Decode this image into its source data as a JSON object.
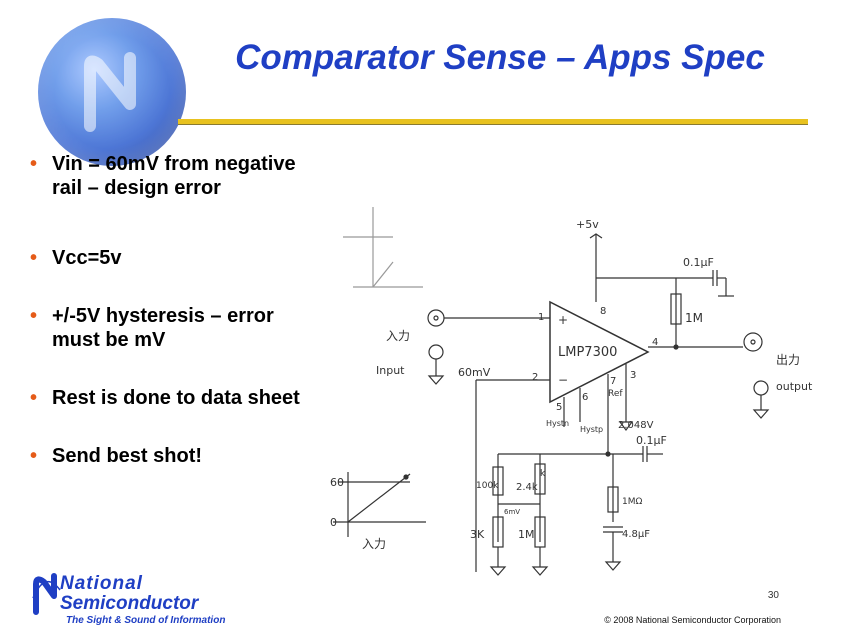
{
  "slide": {
    "title": "Comparator Sense – Apps Spec",
    "page_number": "30",
    "copyright": "© 2008 National Semiconductor Corporation"
  },
  "bullets": [
    "Vin = 60mV from negative rail – design error",
    "Vcc=5v",
    "+/-5V hysteresis – error must be mV",
    "Rest is done to data sheet",
    "Send best shot!"
  ],
  "logo": {
    "line1": "National",
    "line2": "Semiconductor",
    "tagline": "The Sight & Sound of Information"
  },
  "schematic": {
    "supply_label": "+5v",
    "chip_label": "LMP7300",
    "cap_top_label": "0.1µF",
    "r_pullup_label": "1M",
    "input_label": "入力",
    "input_en_label": "Input",
    "output_label": "出力",
    "output_en_label": "output",
    "mv_label": "60mV",
    "pin1": "1",
    "pin2": "2",
    "pin3": "3",
    "pin4": "4",
    "pin5": "5",
    "pin6": "6",
    "pin7": "7",
    "pin8": "8",
    "hyst_label_left": "Hystn",
    "hyst_label_right": "Hystp",
    "ref_label": "Ref",
    "vref_label": "2.048V",
    "cap_mid_label": "0.1µF",
    "r_100k_label": "100k",
    "r_k_label": "k",
    "r_2_4k_label": "2.4k",
    "r_6mv_label": "6mV",
    "r_3k_label": "3K",
    "r_1m_label": "1M",
    "r_1mohm_label": "1MΩ",
    "cap_48_label": "4.8µF",
    "graph_60_label": "60",
    "graph_0_label": "0",
    "graph_xin_label": "入力"
  }
}
